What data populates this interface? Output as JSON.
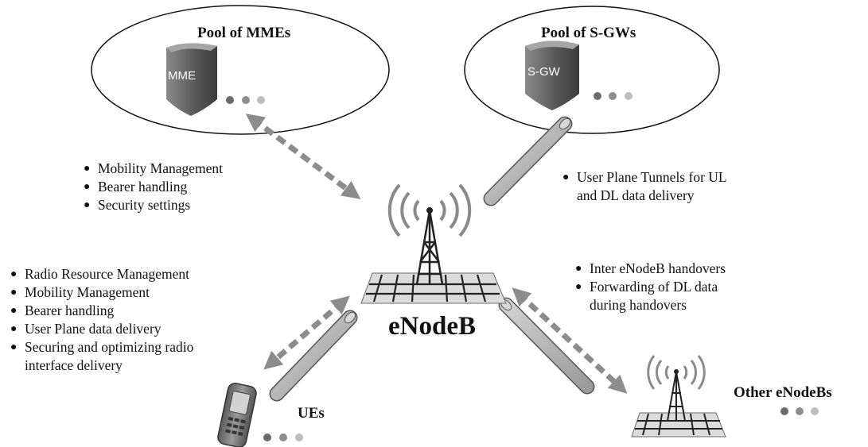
{
  "pools": {
    "mme_title": "Pool of MMEs",
    "sgw_title": "Pool of S-GWs"
  },
  "nodes": {
    "mme_label": "MME",
    "sgw_label": "S-GW",
    "enodeb_label": "eNodeB",
    "other_enodebs_label": "Other eNodeBs",
    "ues_label": "UEs"
  },
  "mme_functions": [
    "Mobility Management",
    "Bearer handling",
    "Security settings"
  ],
  "sgw_functions": [
    "User Plane Tunnels for UL",
    "and DL data delivery"
  ],
  "enodeb_functions": [
    "Radio Resource Management",
    "Mobility Management",
    "Bearer handling",
    "User Plane data delivery",
    "Securing and optimizing radio",
    "interface delivery"
  ],
  "inter_enodeb_functions": [
    "Inter eNodeB handovers",
    "Forwarding of DL data",
    "during handovers"
  ],
  "colors": {
    "arrow": "#8c8c8c",
    "pipe": "#aaaaaa",
    "ellipse_stroke": "#111111",
    "node_dark": "#555555"
  }
}
